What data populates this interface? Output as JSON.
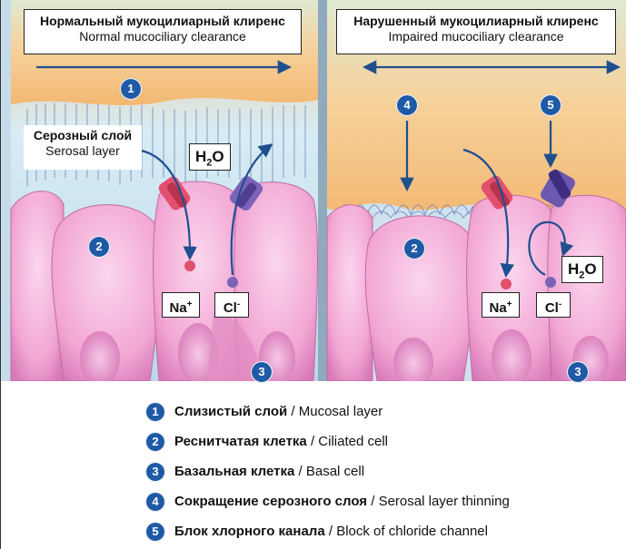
{
  "panels": {
    "left": {
      "title_ru": "Нормальный мукоцилиарный клиренс",
      "title_en": "Normal mucociliary clearance"
    },
    "right": {
      "title_ru": "Нарушенный мукоцилиарный клиренс",
      "title_en": "Impaired mucociliary clearance"
    }
  },
  "labels": {
    "serosal_ru": "Серозный слой",
    "serosal_en": "Serosal layer",
    "water": "H",
    "water_sub": "2",
    "water_o": "O",
    "na": "Na",
    "na_sup": "+",
    "cl": "Cl",
    "cl_sup": "-"
  },
  "badges": [
    "1",
    "2",
    "3",
    "4",
    "5"
  ],
  "legend": [
    {
      "num": "1",
      "ru": "Слизистый слой",
      "sep": " / ",
      "en": "Mucosal layer"
    },
    {
      "num": "2",
      "ru": "Реснитчатая клетка",
      "sep": " / ",
      "en": "Ciliated cell"
    },
    {
      "num": "3",
      "ru": "Базальная клетка",
      "sep": " / ",
      "en": "Basal cell"
    },
    {
      "num": "4",
      "ru": "Сокращение серозного слоя",
      "sep": " / ",
      "en": "Serosal layer thinning"
    },
    {
      "num": "5",
      "ru": "Блок хлорного канала",
      "sep": " / ",
      "en": "Block of chloride channel"
    }
  ],
  "colors": {
    "arrow": "#1f4f8f",
    "badge": "#1f5aa6",
    "cell": "#f4b6dd",
    "mucus": "#f6c68e",
    "fluid": "#cfe6f3"
  }
}
